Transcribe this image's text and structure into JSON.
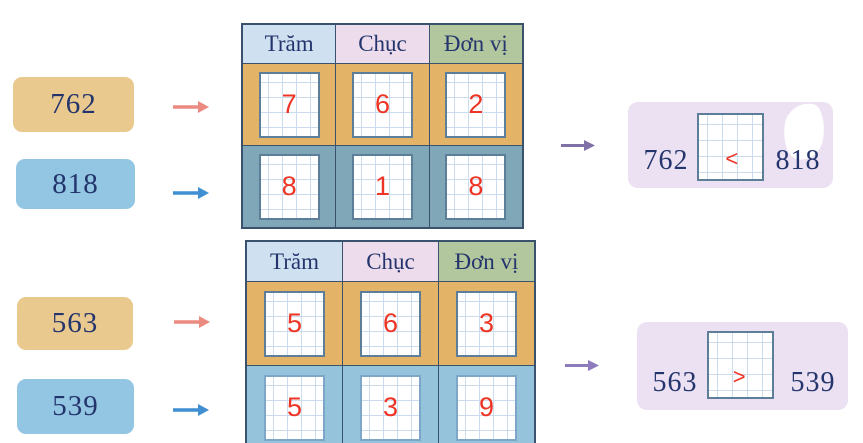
{
  "table_headers": [
    "Trăm",
    "Chục",
    "Đơn vị"
  ],
  "problems": [
    {
      "a": "762",
      "b": "818",
      "a_digits": [
        "7",
        "6",
        "2"
      ],
      "b_digits": [
        "8",
        "1",
        "8"
      ],
      "comparison": "<"
    },
    {
      "a": "563",
      "b": "539",
      "a_digits": [
        "5",
        "6",
        "3"
      ],
      "b_digits": [
        "5",
        "3",
        "9"
      ],
      "comparison": ">"
    }
  ],
  "palette": {
    "tan_card": "#e9c98e",
    "blue_card": "#93c6e3",
    "navy_text": "#24356d",
    "red_digit": "#ee3425",
    "header_blue": "#cfe0f0",
    "header_pink": "#eddceb",
    "header_green": "#b3c79e",
    "row_tan": "#e3b468",
    "row_blue_top_table": "#7fa7b7",
    "row_blue_bottom_table": "#96c3dc",
    "result_box": "#ece1f2",
    "arrow_salmon": "#ea8a80",
    "arrow_blue": "#3f8fd2",
    "arrow_purple": "#8277ad",
    "table_border": "#3a526e"
  }
}
